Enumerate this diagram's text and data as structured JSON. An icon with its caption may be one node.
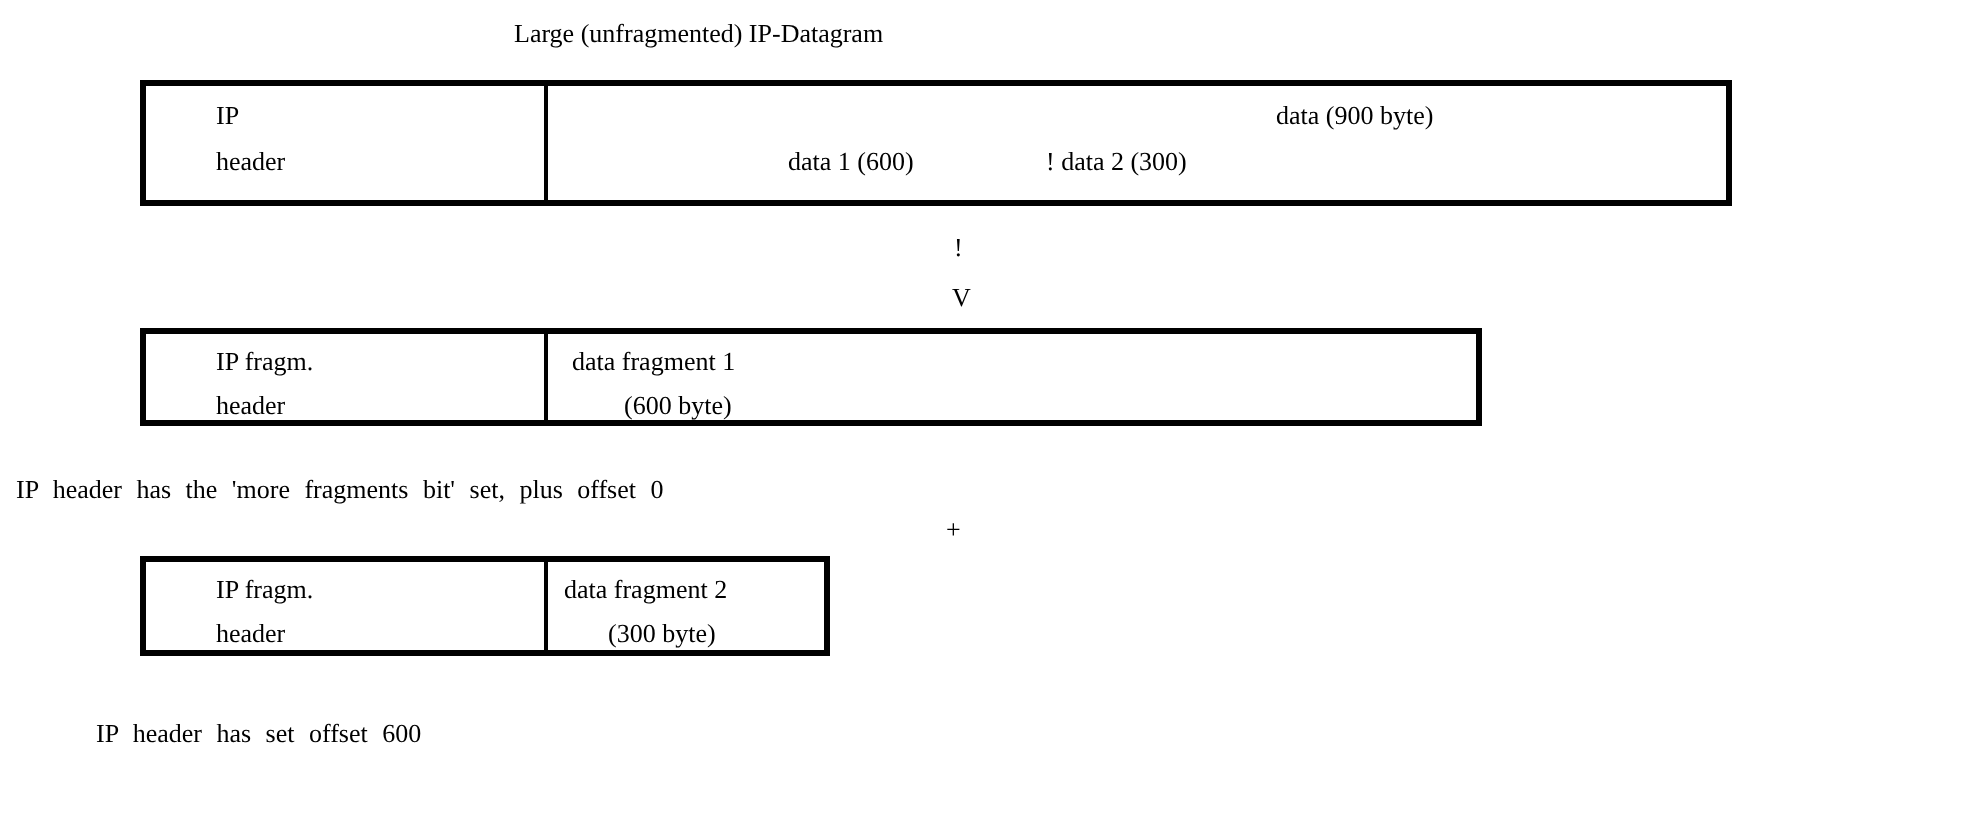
{
  "diagram": {
    "title": "Large (unfragmented) IP-Datagram",
    "nodes": [
      {
        "text": [],
        "shape": "box"
      },
      {
        "text": [
          "IP",
          "header"
        ],
        "in": 0
      },
      {
        "text": [
          "data (900 byte)",
          "data 1 (600)",
          "! data 2 (300)"
        ],
        "in": 0
      },
      {
        "text": [],
        "shape": "box"
      },
      {
        "text": [
          "IP fragm.",
          "header"
        ],
        "in": 3
      },
      {
        "text": [
          "data fragment 1",
          "(600 byte)"
        ],
        "in": 3
      },
      {
        "text": [],
        "shape": "box"
      },
      {
        "text": [
          "IP fragm.",
          "header"
        ],
        "in": 6
      },
      {
        "text": [
          "data fragment 2",
          "(300 byte)"
        ],
        "in": 6
      }
    ],
    "edges": [],
    "labels": [
      "!",
      "V",
      "IP header has the 'more fragments bit' set, plus offset 0",
      "+",
      "IP header has set offset 600"
    ]
  }
}
